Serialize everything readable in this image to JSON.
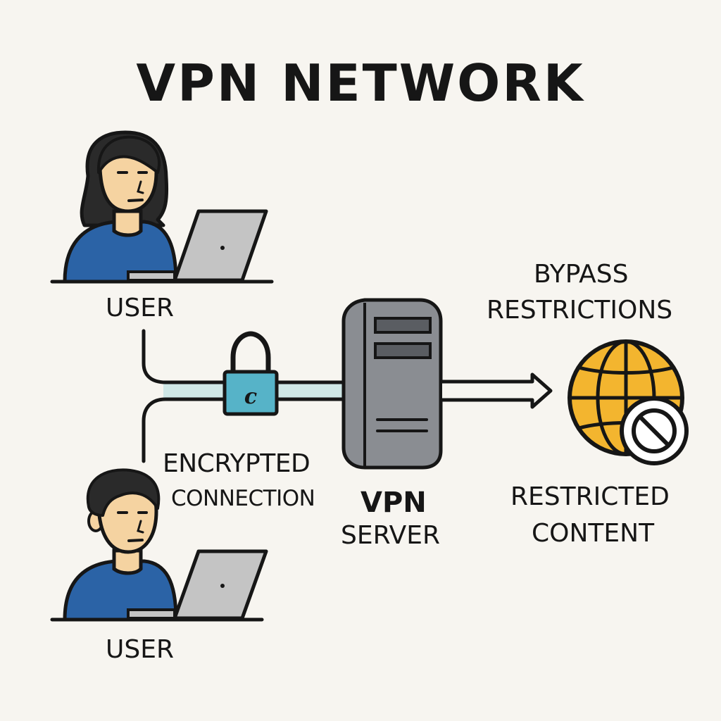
{
  "title": "VPN NETWORK",
  "users": {
    "top_label": "USER",
    "bottom_label": "USER"
  },
  "connection": {
    "line1": "ENCRYPTED",
    "line2": "CONNECTION",
    "lock_glyph": "c"
  },
  "server": {
    "line1": "VPN",
    "line2": "SERVER"
  },
  "bypass": {
    "line1": "BYPASS",
    "line2": "RESTRICTIONS"
  },
  "content": {
    "line1": "RESTRICTED",
    "line2": "CONTENT"
  },
  "colors": {
    "background": "#f7f5f0",
    "shirt": "#2b63a6",
    "skin": "#f5d3a1",
    "hair": "#2a2a2a",
    "laptop": "#c4c4c4",
    "lock": "#56b3c8",
    "tunnel": "#cfe7e6",
    "server": "#8a8d92",
    "globe": "#f3b52f",
    "block_sign": "#ffffff",
    "outline": "#161616"
  }
}
